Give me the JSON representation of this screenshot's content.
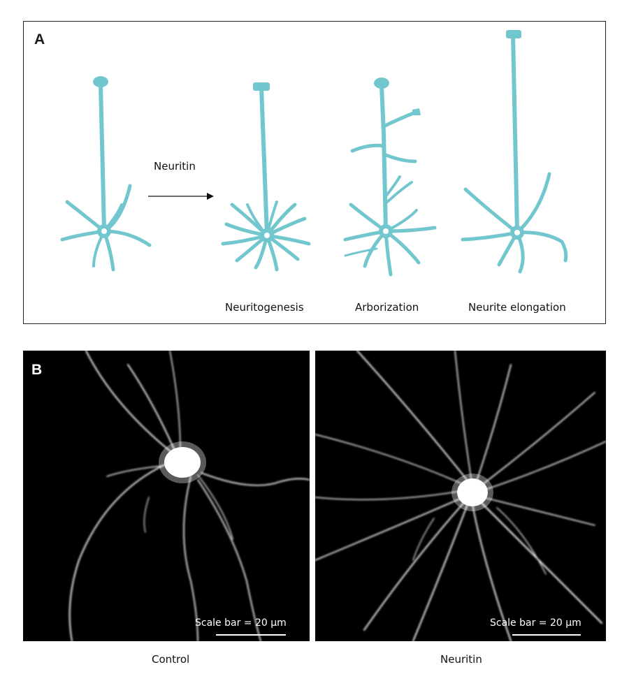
{
  "panel_a": {
    "letter": "A",
    "arrow_label": "Neuritin",
    "captions": {
      "neuritogenesis": "Neuritogenesis",
      "arborization": "Arborization",
      "elongation": "Neurite elongation"
    }
  },
  "panel_b": {
    "letter": "B",
    "control": {
      "scale_text": "Scale bar = 20 μm",
      "label": "Control"
    },
    "neuritin": {
      "scale_text": "Scale bar = 20 μm",
      "label": "Neuritin"
    }
  },
  "colors": {
    "neuron": "#72c7cf",
    "background": "#000000"
  }
}
